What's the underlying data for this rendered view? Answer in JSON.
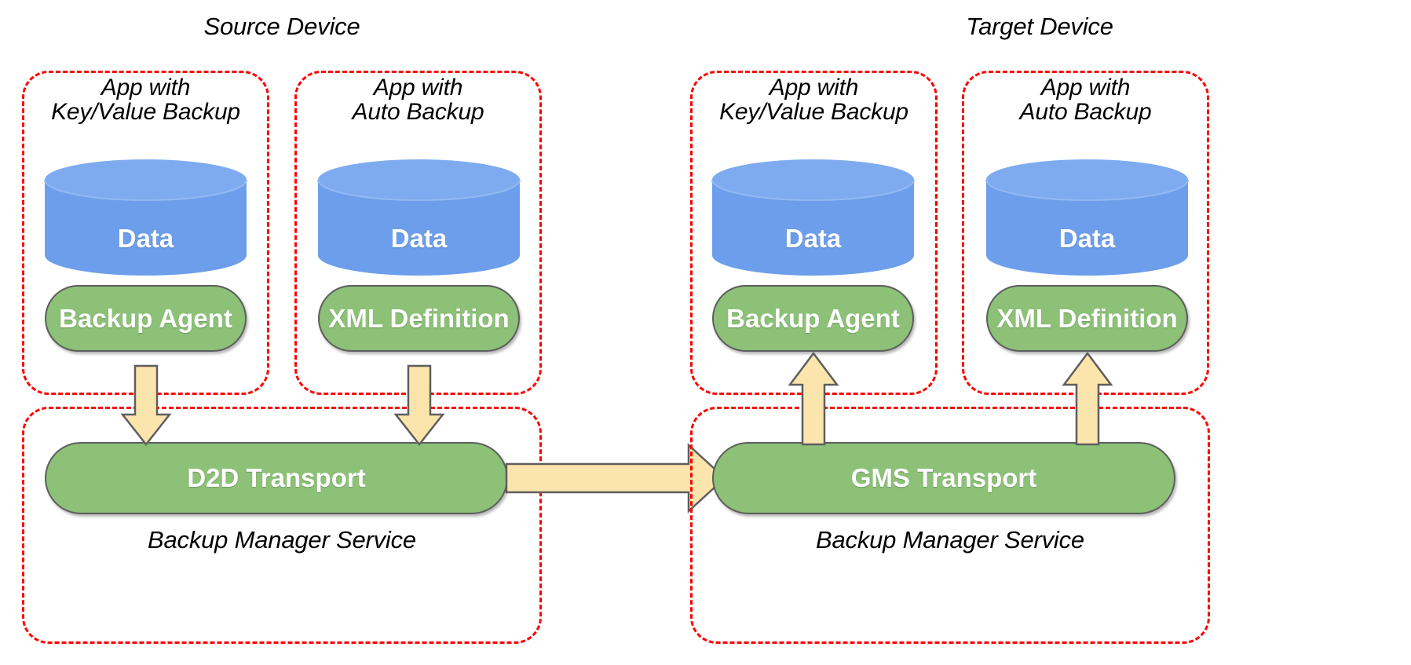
{
  "diagram": {
    "title_left": "Source Device",
    "title_right": "Target Device",
    "colors": {
      "dashed_border": "#ff0000",
      "cylinder_fill": "#6d9eeb",
      "cylinder_top": "#7eabf0",
      "pill_fill": "#8cc177",
      "pill_stroke": "#5e5e5e",
      "arrow_fill": "#fce5ad",
      "arrow_stroke": "#5e5e5e",
      "text_on_shape": "#ffffff",
      "text_plain": "#000000",
      "background": "#ffffff"
    }
  },
  "source_device": {
    "title": "Source Device",
    "apps": [
      {
        "label": "App with\nKey/Value Backup",
        "data_label": "Data",
        "component_label": "Backup Agent"
      },
      {
        "label": "App with\nAuto Backup",
        "data_label": "Data",
        "component_label": "XML Definition"
      }
    ],
    "service": {
      "transport_label": "D2D Transport",
      "service_label": "Backup Manager Service"
    }
  },
  "target_device": {
    "title": "Target Device",
    "apps": [
      {
        "label": "App with\nKey/Value Backup",
        "data_label": "Data",
        "component_label": "Backup Agent"
      },
      {
        "label": "App with\nAuto Backup",
        "data_label": "Data",
        "component_label": "XML Definition"
      }
    ],
    "service": {
      "transport_label": "GMS Transport",
      "service_label": "Backup Manager Service"
    }
  },
  "arrows": [
    {
      "name": "arrow-backup-agent-to-d2d",
      "direction": "down"
    },
    {
      "name": "arrow-xml-definition-to-d2d",
      "direction": "down"
    },
    {
      "name": "arrow-d2d-to-gms",
      "direction": "right"
    },
    {
      "name": "arrow-gms-to-backup-agent",
      "direction": "up"
    },
    {
      "name": "arrow-gms-to-xml-definition",
      "direction": "up"
    }
  ]
}
